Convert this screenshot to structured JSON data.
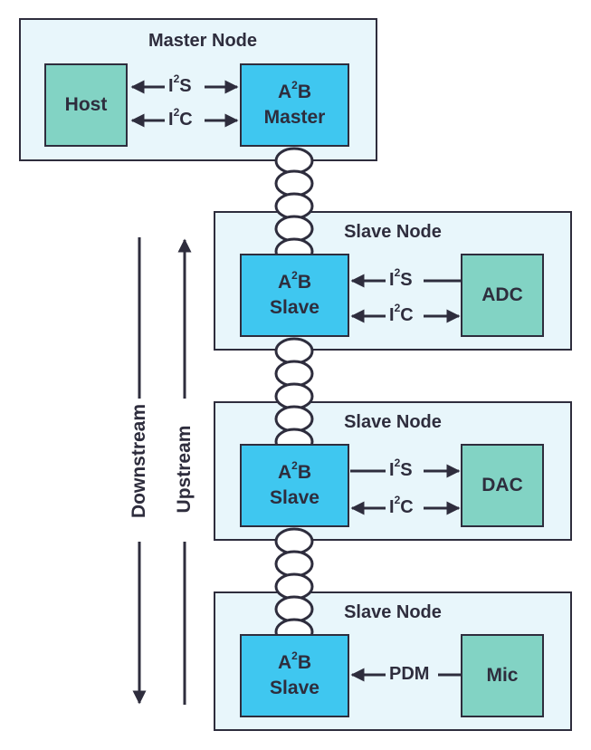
{
  "master_node": {
    "title": "Master Node",
    "host": "Host",
    "a2b": {
      "line1_base": "A",
      "line1_sup": "2",
      "line1_tail": "B",
      "line2": "Master"
    },
    "link1": {
      "base": "I",
      "sup": "2",
      "tail": "S"
    },
    "link2": {
      "base": "I",
      "sup": "2",
      "tail": "C"
    }
  },
  "slave_nodes": [
    {
      "title": "Slave Node",
      "a2b": {
        "line1_base": "A",
        "line1_sup": "2",
        "line1_tail": "B",
        "line2": "Slave"
      },
      "device": "ADC",
      "link1": {
        "base": "I",
        "sup": "2",
        "tail": "S"
      },
      "link2": {
        "base": "I",
        "sup": "2",
        "tail": "C"
      }
    },
    {
      "title": "Slave Node",
      "a2b": {
        "line1_base": "A",
        "line1_sup": "2",
        "line1_tail": "B",
        "line2": "Slave"
      },
      "device": "DAC",
      "link1": {
        "base": "I",
        "sup": "2",
        "tail": "S"
      },
      "link2": {
        "base": "I",
        "sup": "2",
        "tail": "C"
      }
    },
    {
      "title": "Slave Node",
      "a2b": {
        "line1_base": "A",
        "line1_sup": "2",
        "line1_tail": "B",
        "line2": "Slave"
      },
      "device": "Mic",
      "link1": {
        "label": "PDM"
      }
    }
  ],
  "direction": {
    "downstream": "Downstream",
    "upstream": "Upstream"
  },
  "colors": {
    "a2b": "#3fc7f0",
    "device": "#82d3c4",
    "node_bg": "#e8f6fb",
    "stroke": "#2e2d3d"
  }
}
